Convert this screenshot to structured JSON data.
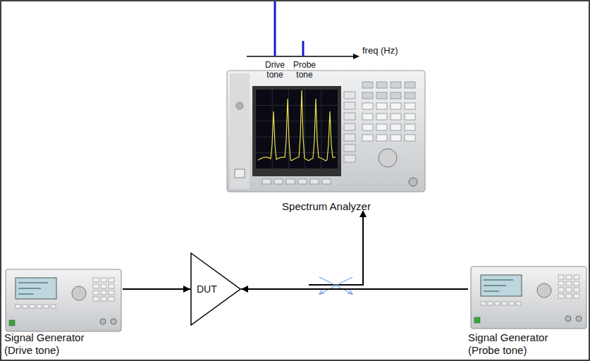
{
  "diagram": {
    "nodes": [
      {
        "text": [
          "Spectrum Analyzer"
        ]
      },
      {
        "text": [
          "Signal Generator (Drive tone)"
        ]
      },
      {
        "text": [
          "DUT"
        ]
      },
      {
        "text": [
          "Signal Generator (Probe tone)"
        ]
      }
    ],
    "edges": [
      {
        "from": 1,
        "to": 2,
        "arrow": "to"
      },
      {
        "from": 3,
        "to": 2,
        "arrow": "to"
      }
    ],
    "labels": [
      "freq (Hz)",
      "Drive tone",
      "Probe tone"
    ]
  }
}
